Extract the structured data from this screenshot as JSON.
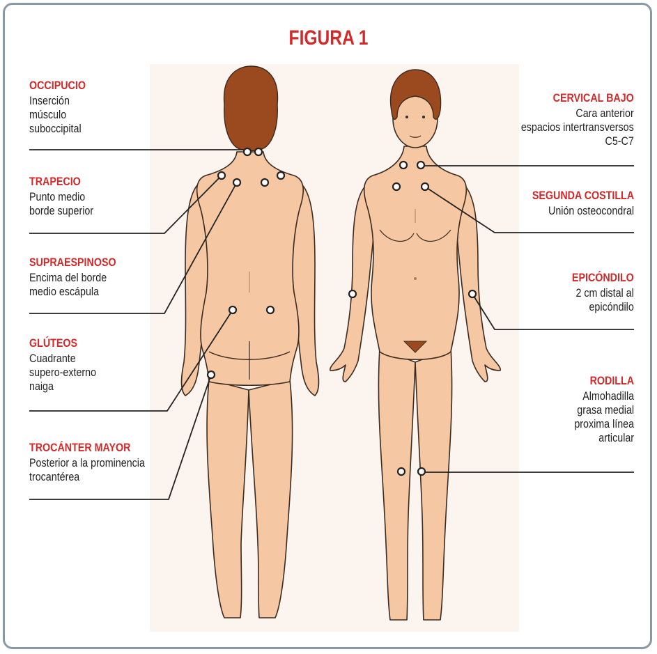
{
  "figure": {
    "title": "FIGURA 1",
    "colors": {
      "accent": "#d22a2a",
      "skin": "#f6c7a3",
      "outline": "#3a2a20",
      "hair": "#9a4a1e",
      "leader": "#222222",
      "frame": "#8a9aa4"
    }
  },
  "labels": {
    "occipucio": {
      "name": "OCCIPUCIO",
      "lines": [
        "Inserción",
        "músculo",
        "suboccipital"
      ]
    },
    "trapecio": {
      "name": "TRAPECIO",
      "lines": [
        "Punto medio",
        "borde superior"
      ]
    },
    "supraespinoso": {
      "name": "SUPRAESPINOSO",
      "lines": [
        "Encima del borde",
        "medio escápula"
      ]
    },
    "gluteos": {
      "name": "GLÚTEOS",
      "lines": [
        "Cuadrante",
        "supero-externo",
        "naiga"
      ]
    },
    "trocanter": {
      "name": "TROCÁNTER MAYOR",
      "lines": [
        "Posterior a la prominencia",
        "trocantérea"
      ]
    },
    "cervical": {
      "name": "CERVICAL BAJO",
      "lines": [
        "Cara anterior",
        "espacios intertransversos",
        "C5-C7"
      ]
    },
    "costilla": {
      "name": "SEGUNDA COSTILLA",
      "lines": [
        "Unión osteocondral"
      ]
    },
    "epicondilo": {
      "name": "EPICÓNDILO",
      "lines": [
        "2 cm distal al",
        "epicóndilo"
      ]
    },
    "rodilla": {
      "name": "RODILLA",
      "lines": [
        "Almohadilla",
        "grasa medial",
        "proxima línea",
        "articular"
      ]
    }
  }
}
